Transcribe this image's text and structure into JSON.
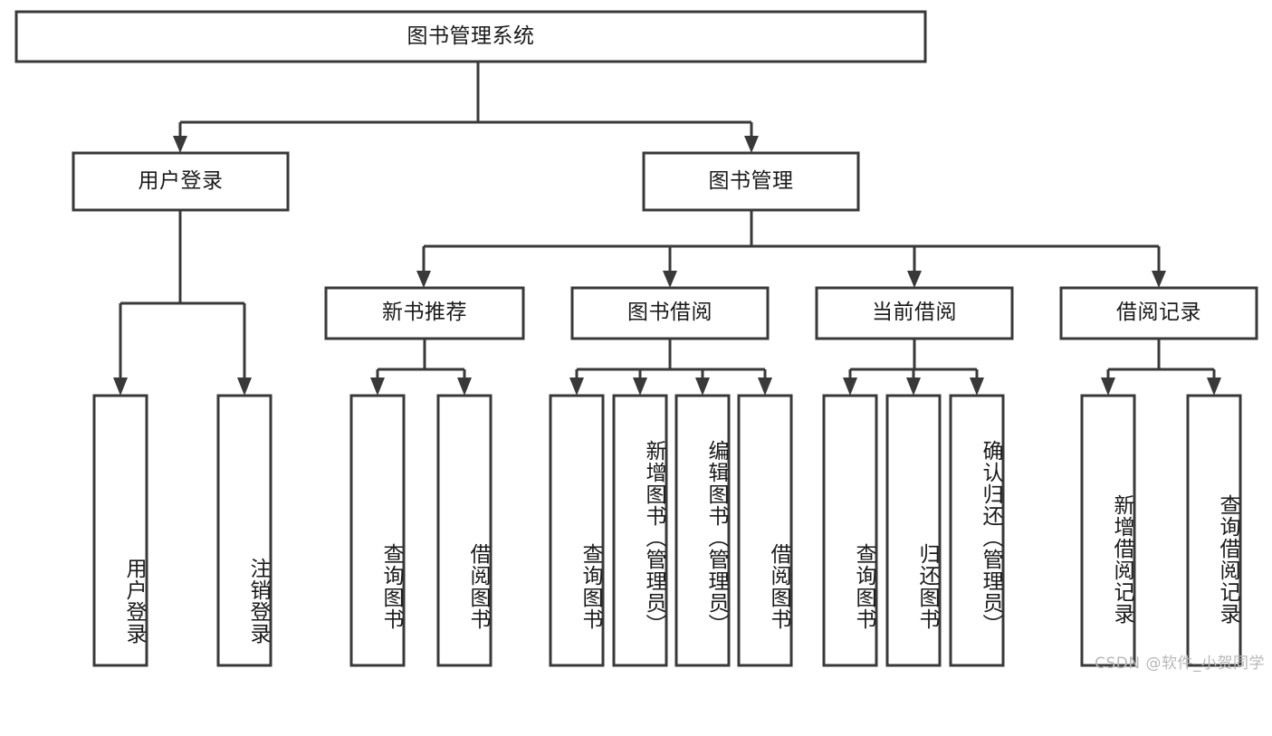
{
  "diagram": {
    "title": "图书管理系统",
    "type": "tree-hierarchy-diagram",
    "colors": {
      "stroke": "#393939",
      "box_fill": "#ffffff",
      "text": "#1a1a1a",
      "background": "#ffffff",
      "watermark": "#b8b8b8"
    },
    "root": {
      "label": "图书管理系统"
    },
    "level2": [
      {
        "label": "用户登录"
      },
      {
        "label": "图书管理"
      }
    ],
    "level3": [
      {
        "label": "新书推荐"
      },
      {
        "label": "图书借阅"
      },
      {
        "label": "当前借阅"
      },
      {
        "label": "借阅记录"
      }
    ],
    "leaves": {
      "user_login": [
        {
          "label": "用户登录"
        },
        {
          "label": "注销登录"
        }
      ],
      "new_book_recommend": [
        {
          "label": "查询图书"
        },
        {
          "label": "借阅图书"
        }
      ],
      "book_borrow": [
        {
          "label": "查询图书"
        },
        {
          "label": "新增图书（管理员）"
        },
        {
          "label": "编辑图书（管理员）"
        },
        {
          "label": "借阅图书"
        }
      ],
      "current_borrow": [
        {
          "label": "查询图书"
        },
        {
          "label": "归还图书"
        },
        {
          "label": "确认归还（管理员）"
        }
      ],
      "borrow_record": [
        {
          "label": "新增借阅记录"
        },
        {
          "label": "查询借阅记录"
        }
      ]
    }
  },
  "watermark": {
    "text": "CSDN @软件_小贺同学"
  }
}
